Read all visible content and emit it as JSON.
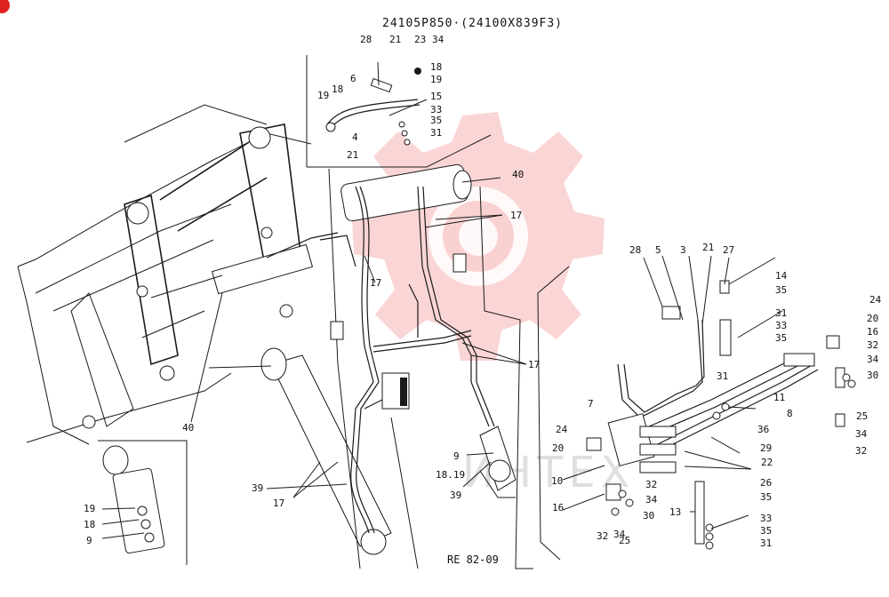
{
  "diagram": {
    "title": "24105P850·(24100X839F3)",
    "footer_code": "RE 82-09",
    "watermark_text": "ИНТЕХ",
    "accent_color": "#e02020",
    "watermark_color": "#f08080"
  },
  "callouts": {
    "c28a": "28",
    "c21a": "21",
    "c23": "23",
    "c34a": "34",
    "c18a": "18",
    "c19a": "19",
    "c6": "6",
    "c19b": "19",
    "c18b": "18",
    "c15": "15",
    "c33a": "33",
    "c35a": "35",
    "c31a": "31",
    "c4": "4",
    "c21b": "21",
    "c40a": "40",
    "c17a": "17",
    "c17b": "17",
    "c17c": "17",
    "c40b": "40",
    "c9a": "9",
    "c18_19": "18.19",
    "c39a": "39",
    "c39b": "39",
    "c17d": "17",
    "c19c": "19",
    "c18c": "18",
    "c9b": "9",
    "c28b": "28",
    "c5": "5",
    "c3": "3",
    "c21c": "21",
    "c27": "27",
    "c14": "14",
    "c35b": "35",
    "c31b": "31",
    "c33b": "33",
    "c35c": "35",
    "c31c": "31",
    "c24a": "24",
    "c20a": "20",
    "c16a": "16",
    "c32a": "32",
    "c34b": "34",
    "c30a": "30",
    "c11": "11",
    "c8": "8",
    "c36": "36",
    "c25a": "25",
    "c34c": "34",
    "c32b": "32",
    "c7": "7",
    "c24b": "24",
    "c20b": "20",
    "c29": "29",
    "c22": "22",
    "c10": "10",
    "c32c": "32",
    "c34d": "34",
    "c30b": "30",
    "c16b": "16",
    "c32d": "32",
    "c34e": "34",
    "c25b": "25",
    "c26": "26",
    "c35d": "35",
    "c13": "13",
    "c33c": "33",
    "c35e": "35",
    "c31d": "31"
  }
}
